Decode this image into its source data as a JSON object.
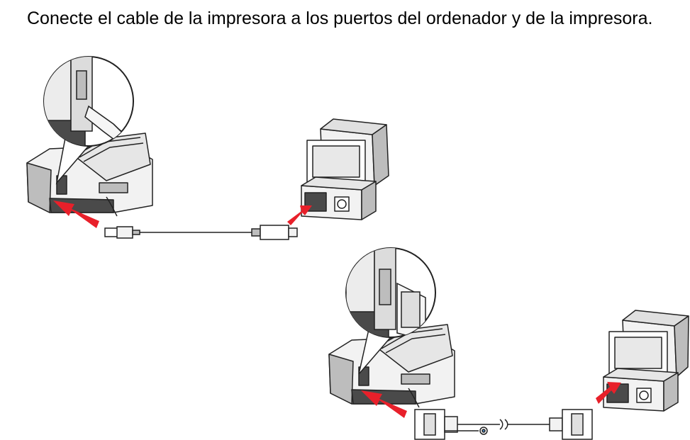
{
  "instruction": {
    "text": "Conecte el cable de la impresora a los puertos del ordenador y de la impresora."
  },
  "colors": {
    "arrow": "#e8202a",
    "line": "#222222",
    "fill_light": "#f2f2f2",
    "fill_mid": "#bdbdbd",
    "fill_dark": "#4a4a4a"
  },
  "illustrations": {
    "usb_setup": {
      "printer": "printer-with-open-tray",
      "zoom_detail": "usb-port-closeup",
      "cable": "usb-cable",
      "computer": "desktop-computer"
    },
    "parallel_setup": {
      "printer": "printer-with-open-tray",
      "zoom_detail": "parallel-port-closeup",
      "cable": "parallel-cable",
      "computer": "desktop-computer"
    }
  }
}
